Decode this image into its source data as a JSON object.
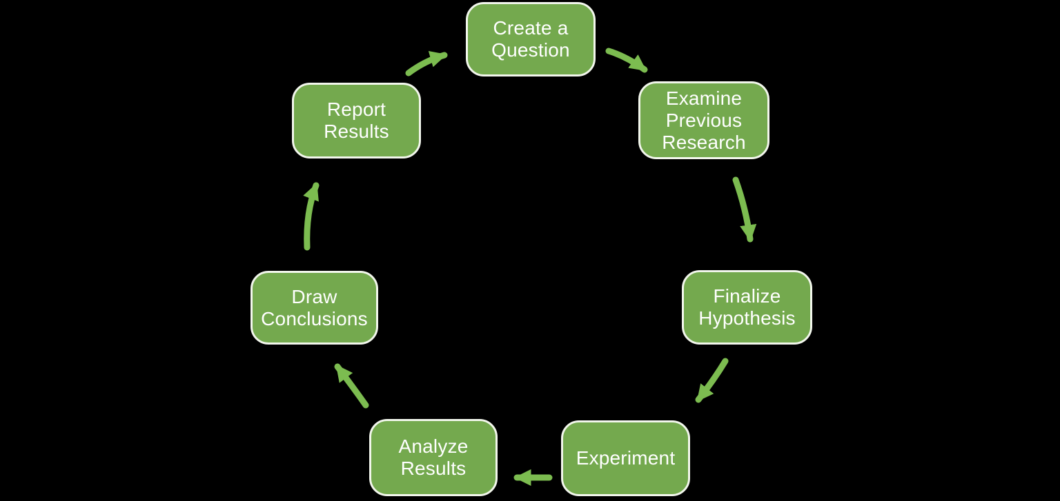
{
  "diagram": {
    "type": "cycle",
    "background_color": "#000000",
    "node_fill_color": "#74A94E",
    "node_border_color": "#F2F6EC",
    "arrow_color": "#7CBC50",
    "text_color": "#FFFFFF",
    "nodes": [
      {
        "id": "create-question",
        "label": "Create a\nQuestion"
      },
      {
        "id": "examine-previous-research",
        "label": "Examine\nPrevious\nResearch"
      },
      {
        "id": "finalize-hypothesis",
        "label": "Finalize\nHypothesis"
      },
      {
        "id": "experiment",
        "label": "Experiment"
      },
      {
        "id": "analyze-results",
        "label": "Analyze\nResults"
      },
      {
        "id": "draw-conclusions",
        "label": "Draw\nConclusions"
      },
      {
        "id": "report-results",
        "label": "Report\nResults"
      }
    ],
    "edges": [
      {
        "from": "Create a Question",
        "to": "Examine Previous Research"
      },
      {
        "from": "Examine Previous Research",
        "to": "Finalize Hypothesis"
      },
      {
        "from": "Finalize Hypothesis",
        "to": "Experiment"
      },
      {
        "from": "Experiment",
        "to": "Analyze Results"
      },
      {
        "from": "Analyze Results",
        "to": "Draw Conclusions"
      },
      {
        "from": "Draw Conclusions",
        "to": "Report Results"
      },
      {
        "from": "Report Results",
        "to": "Create a Question"
      }
    ]
  }
}
